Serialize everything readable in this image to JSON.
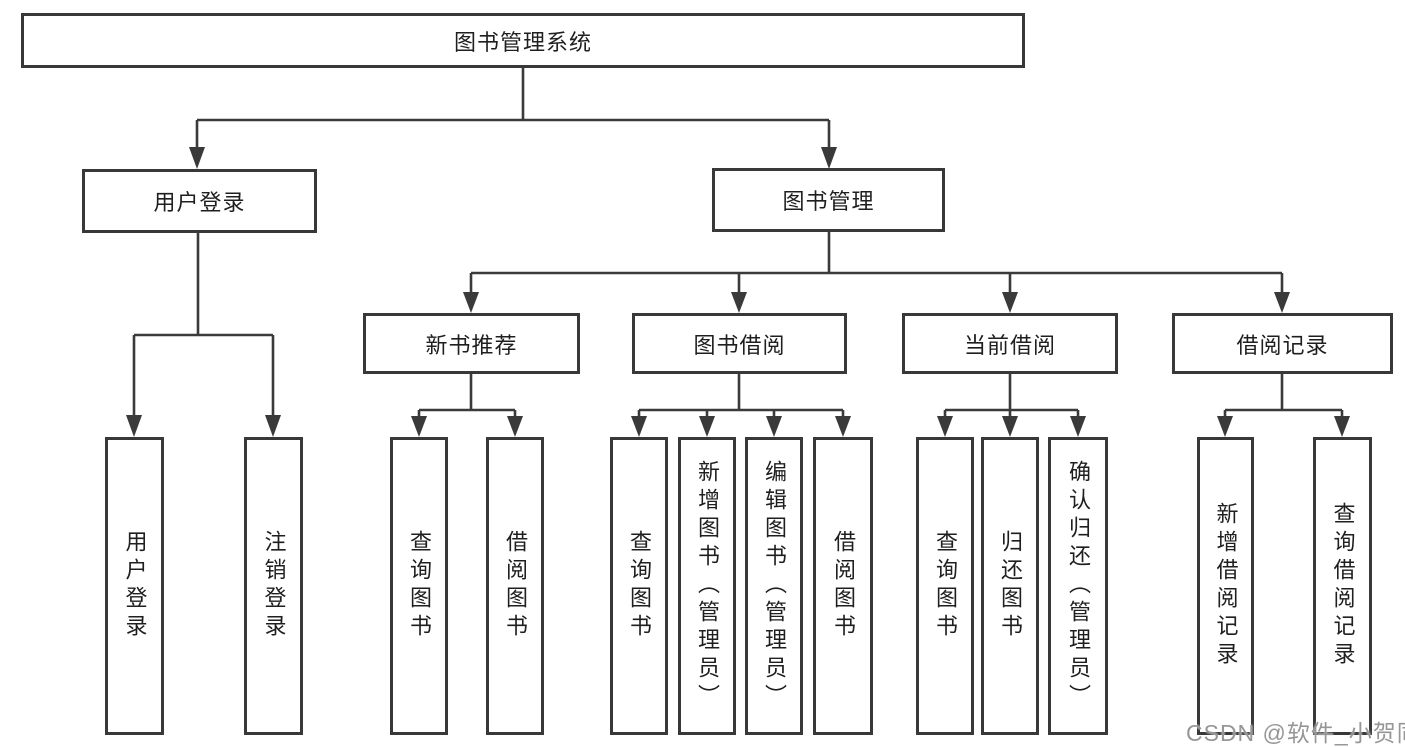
{
  "diagram": {
    "root": {
      "label": "图书管理系统"
    },
    "level2": [
      {
        "label": "用户登录"
      },
      {
        "label": "图书管理"
      }
    ],
    "level3": [
      {
        "label": "新书推荐"
      },
      {
        "label": "图书借阅"
      },
      {
        "label": "当前借阅"
      },
      {
        "label": "借阅记录"
      }
    ],
    "leaves": {
      "login": [
        {
          "label": "用户登录"
        },
        {
          "label": "注销登录"
        }
      ],
      "recommend": [
        {
          "label": "查询图书"
        },
        {
          "label": "借阅图书"
        }
      ],
      "borrow": [
        {
          "label": "查询图书"
        },
        {
          "label": "新增图书（管理员）"
        },
        {
          "label": "编辑图书（管理员）"
        },
        {
          "label": "借阅图书"
        }
      ],
      "current": [
        {
          "label": "查询图书"
        },
        {
          "label": "归还图书"
        },
        {
          "label": "确认归还（管理员）"
        }
      ],
      "records": [
        {
          "label": "新增借阅记录"
        },
        {
          "label": "查询借阅记录"
        }
      ]
    },
    "colors": {
      "line": "#3a3a3a",
      "border": "#383838",
      "text": "#1f1f1f",
      "watermark": "#969696"
    },
    "watermark": "CSDN @软件_小贺同学"
  }
}
